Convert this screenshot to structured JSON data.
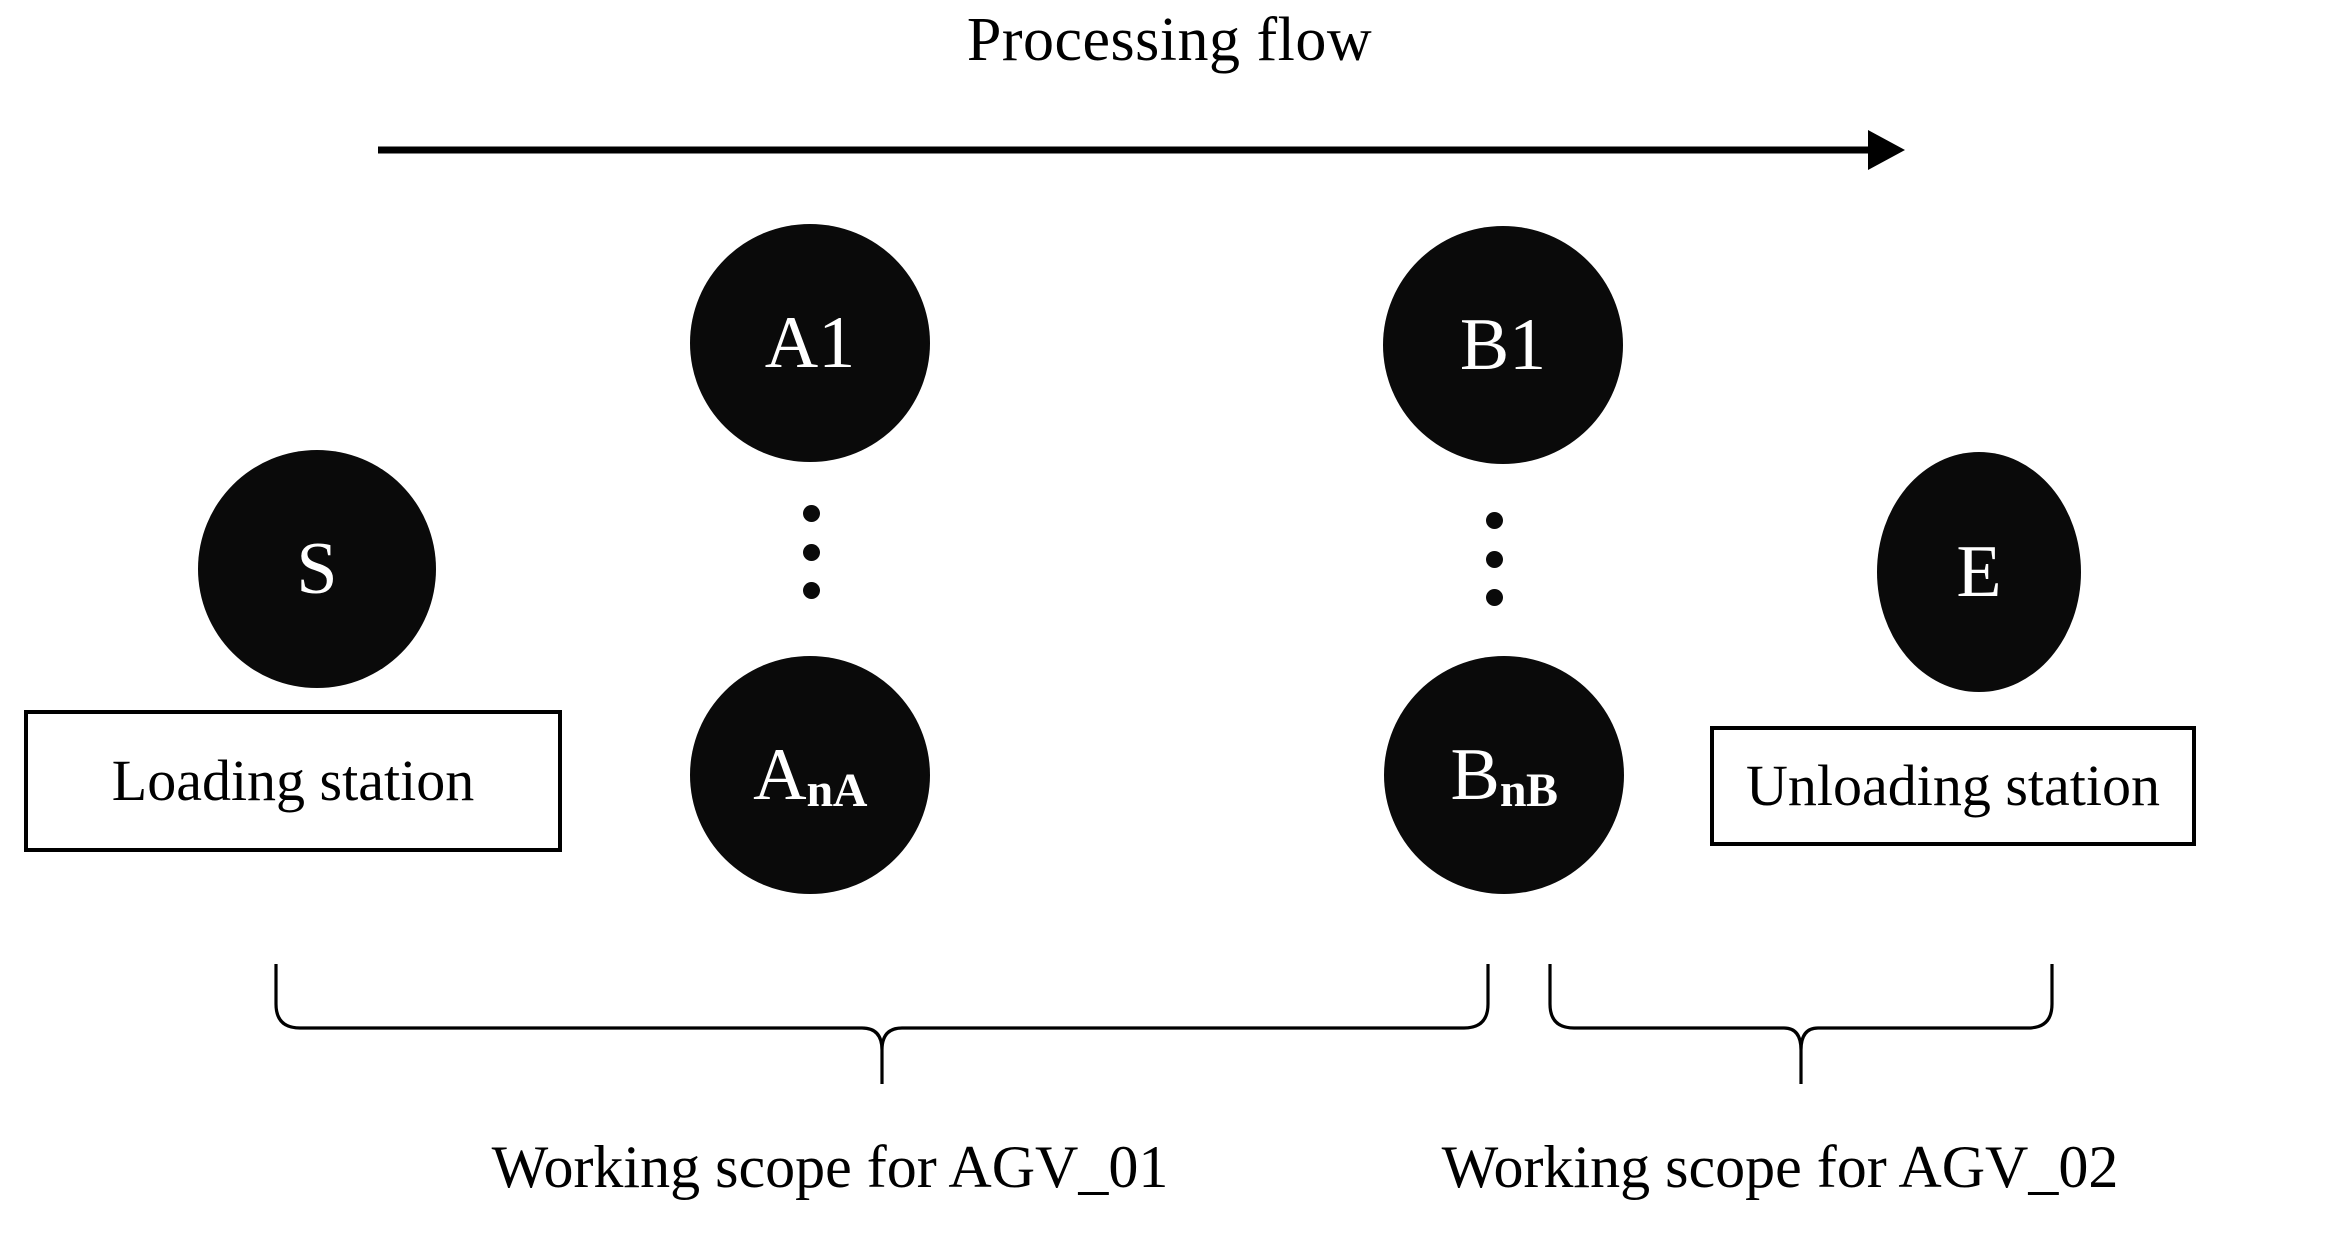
{
  "diagram": {
    "title": "Processing flow",
    "background_color": "#ffffff",
    "node_color": "#0a0a0a",
    "node_text_color": "#ffffff",
    "line_color": "#000000",
    "arrow": {
      "name": "processing-flow-arrow",
      "direction": "left-to-right"
    },
    "nodes": [
      {
        "id": "S",
        "label": "S",
        "subscript": "",
        "type": "loading-station-node"
      },
      {
        "id": "A1",
        "label": "A",
        "subscript": "1",
        "type": "machine-node",
        "display": "A1"
      },
      {
        "id": "AnA",
        "label": "A",
        "subscript": "nA",
        "type": "machine-node"
      },
      {
        "id": "B1",
        "label": "B",
        "subscript": "1",
        "type": "machine-node",
        "display": "B1"
      },
      {
        "id": "BnB",
        "label": "B",
        "subscript": "nB",
        "type": "machine-node"
      },
      {
        "id": "E",
        "label": "E",
        "subscript": "",
        "type": "unloading-station-node"
      }
    ],
    "ellipsis": {
      "column_a": "three-vertical-dots",
      "column_b": "three-vertical-dots",
      "dot_count": 3
    },
    "station_boxes": [
      {
        "id": "loading",
        "text": "Loading station"
      },
      {
        "id": "unloading",
        "text": "Unloading station"
      }
    ],
    "scopes": [
      {
        "id": "agv_01",
        "caption": "Working scope for AGV_01",
        "covers": [
          "S",
          "A1",
          "AnA",
          "B1",
          "BnB"
        ]
      },
      {
        "id": "agv_02",
        "caption": "Working scope for AGV_02",
        "covers": [
          "BnB",
          "E"
        ]
      }
    ]
  }
}
